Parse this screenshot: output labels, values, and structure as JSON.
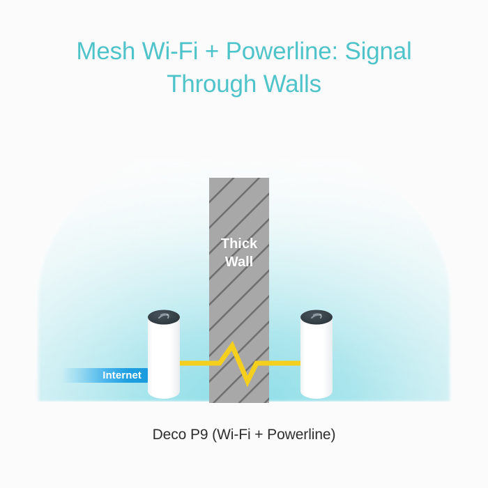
{
  "page": {
    "background_color": "#fbfbfb"
  },
  "title": {
    "line1": "Mesh Wi-Fi + Powerline: Signal",
    "line2": "Through Walls",
    "color": "#4ec3ca"
  },
  "diagram": {
    "coverage": {
      "name": "wifi-coverage-dome",
      "color_strong": "#8fdce6",
      "color_fade": "#eaf8fa"
    },
    "wall": {
      "label_line1": "Thick",
      "label_line2": "Wall",
      "fill_color": "#a8a8a8",
      "hatch_color": "#6f6f6f",
      "label_color": "#ffffff"
    },
    "powerline": {
      "name": "powerline-signal",
      "color": "#f5cf1e"
    },
    "internet": {
      "label": "Internet",
      "bar_color": "#1e9fe0",
      "text_color": "#ffffff"
    },
    "devices": [
      {
        "name": "deco-unit-left",
        "body_color": "#ffffff",
        "cap_color": "#343f46"
      },
      {
        "name": "deco-unit-right",
        "body_color": "#ffffff",
        "cap_color": "#343f46"
      }
    ]
  },
  "caption": {
    "text": "Deco P9 (Wi-Fi + Powerline)",
    "color": "#2e2e2e"
  }
}
